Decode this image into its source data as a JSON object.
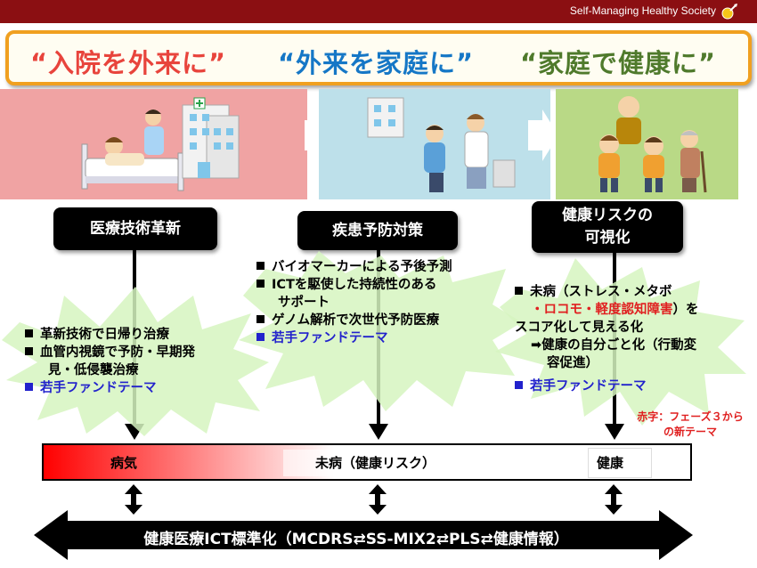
{
  "header": {
    "brand": "Self-Managing Healthy Society"
  },
  "slogans": [
    "“入院を外来に”",
    "“外来を家庭に”",
    "“家庭で健康に”"
  ],
  "stages": [
    {
      "title": "医療技術革新"
    },
    {
      "title": "疾患予防対策"
    },
    {
      "title_line1": "健康リスクの",
      "title_line2": "可視化"
    }
  ],
  "col1": {
    "item1": "革新技術で日帰り治療",
    "item2a": "血管内視鏡で予防・早期発",
    "item2b": "見・低侵襲治療",
    "item3": "若手ファンドテーマ"
  },
  "col2": {
    "item1": "バイオマーカーによる予後予測",
    "item2a": "ICTを駆使した持続性のある",
    "item2b": "サポート",
    "item3": "ゲノム解析で次世代予防医療",
    "item4": "若手ファンドテーマ"
  },
  "col3": {
    "item1a": "未病（ストレス・メタボ",
    "item1b": "・ロコモ・軽度認知障害",
    "item1c": "）を",
    "item1d": "スコア化して見える化",
    "item2a": "➡健康の自分ごと化（行動変",
    "item2b": "容促進）",
    "item3": "若手ファンドテーマ"
  },
  "note": {
    "line1": "赤字：フェーズ３から",
    "line2": "の新テーマ"
  },
  "spectrum": {
    "left": "病気",
    "middle": "未病（健康リスク）",
    "right": "健康"
  },
  "bottom_bar": "健康医療ICT標準化（MCDRS⇄SS-MIX2⇄PLS⇄健康情報）",
  "colors": {
    "topbar": "#8b0f12",
    "slogan_border": "#f0a020",
    "fund_theme": "#2222cc",
    "new_theme": "#e02020"
  }
}
